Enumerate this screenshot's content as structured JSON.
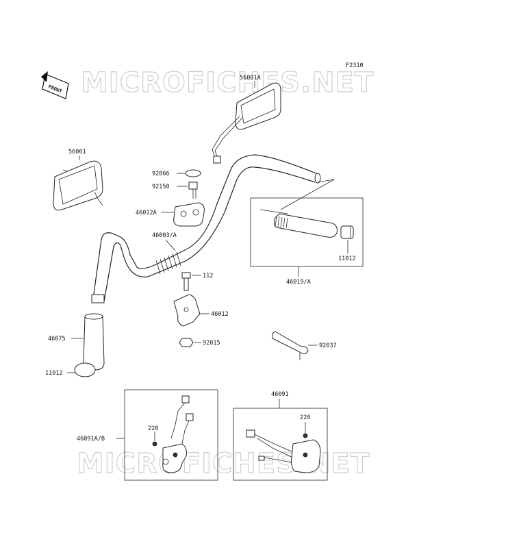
{
  "diagram_code": "F2310",
  "front_label": "FRONT",
  "watermark": "MICROFICHES.NET",
  "parts": {
    "mirror_right": "56001A",
    "mirror_left": "56001",
    "cap": "92066",
    "bolt_top": "92150",
    "holder_upper": "46012A",
    "handlebar": "46003/A",
    "cap_right": "11012",
    "grip_assy_right": "46019/A",
    "bolt": "112",
    "holder_lower": "46012",
    "nut": "92015",
    "grip_left": "46075",
    "cap_left": "11012",
    "wrench": "92037",
    "switch_right": "46091",
    "screw_right": "220",
    "switch_left": "46091A/B",
    "screw_left": "220"
  }
}
